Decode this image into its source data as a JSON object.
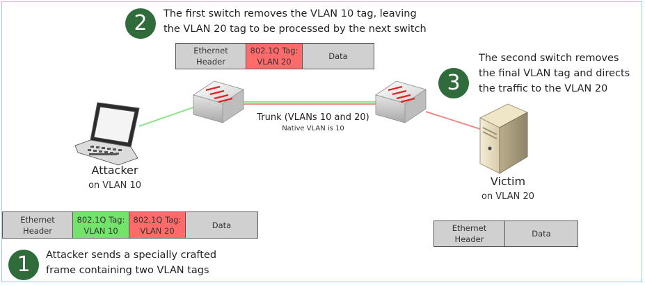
{
  "colors": {
    "badge": "#2f6b3b",
    "tag_vlan10": "#74e36b",
    "tag_vlan20": "#ff6b6b",
    "header_gray": "#d0d0d0"
  },
  "steps": [
    {
      "number": "1",
      "line1": "Attacker sends a specially crafted",
      "line2": "frame containing two VLAN tags"
    },
    {
      "number": "2",
      "line1": "The first switch removes the VLAN 10 tag, leaving",
      "line2": "the VLAN 20 tag to be processed by the next switch"
    },
    {
      "number": "3",
      "line1": "The second switch removes",
      "line2": "the final VLAN tag and directs",
      "line3": "the traffic to the VLAN 20"
    }
  ],
  "attacker": {
    "name": "Attacker",
    "vlan": "on VLAN 10"
  },
  "victim": {
    "name": "Victim",
    "vlan": "on VLAN 20"
  },
  "trunk": {
    "label": "Trunk (VLANs 10 and 20)",
    "native": "Native VLAN is 10"
  },
  "frames": {
    "attacker": {
      "ethernet": "Ethernet\nHeader",
      "tag1": "802.1Q Tag:\nVLAN 10",
      "tag2": "802.1Q Tag:\nVLAN 20",
      "data": "Data"
    },
    "middle": {
      "ethernet": "Ethernet\nHeader",
      "tag": "802.1Q Tag:\nVLAN 20",
      "data": "Data"
    },
    "victim": {
      "ethernet": "Ethernet\nHeader",
      "data": "Data"
    }
  },
  "icons": {
    "switch": "network-switch-icon",
    "laptop": "laptop-icon",
    "server": "server-icon"
  }
}
